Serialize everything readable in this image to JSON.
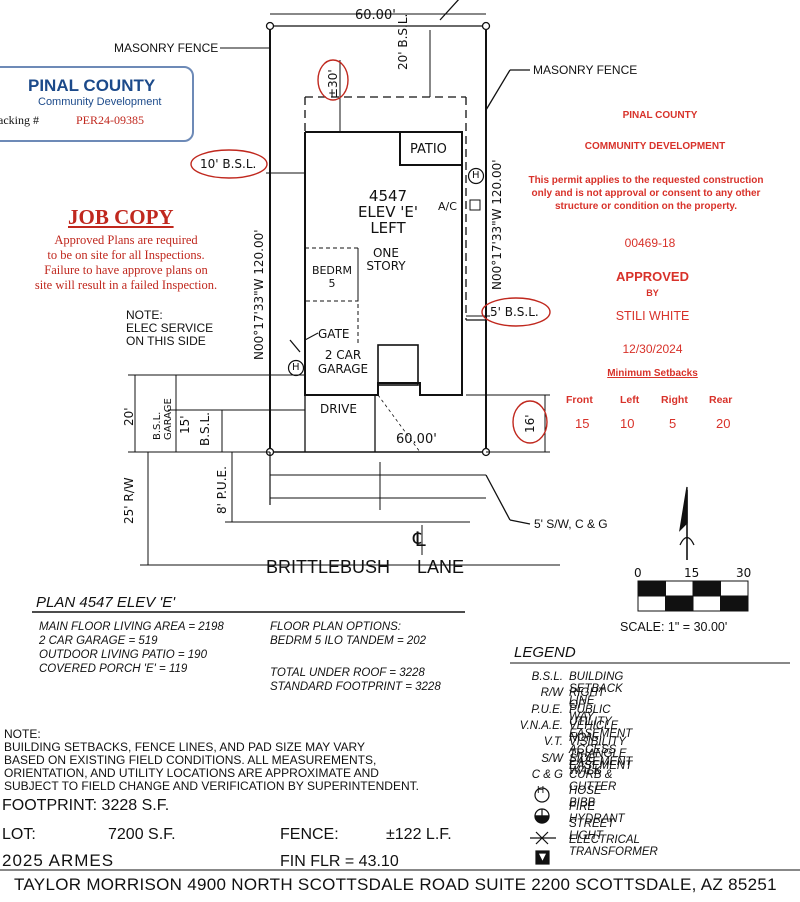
{
  "site": {
    "lot_width_top": "60.00'",
    "lot_width_bottom": "60.00'",
    "bearing_left": "N00°17'33\"W  120.00'",
    "bearing_right": "N00°17'33\"W  120.00'",
    "setback_rear": "20' B.S.L.",
    "rear_approx": "±30'",
    "side_setback_left": "10' B.S.L.",
    "side_setback_right": "5' B.S.L.",
    "masonry_fence_left": "MASONRY FENCE",
    "masonry_fence_right": "MASONRY FENCE",
    "patio": "PATIO",
    "house_label": [
      "4547",
      "ELEV 'E'",
      "LEFT"
    ],
    "story": [
      "ONE",
      "STORY"
    ],
    "bedroom": [
      "BEDRM",
      "5"
    ],
    "ac": "A/C",
    "hose_bib": "H",
    "gate": "GATE",
    "garage": [
      "2 CAR",
      "GARAGE"
    ],
    "drive": "DRIVE",
    "elec_note": [
      "NOTE:",
      "ELEC SERVICE",
      "ON THIS SIDE"
    ],
    "bsl_garage": [
      "B.S.L.",
      "GARAGE"
    ],
    "dim_20": "20'",
    "dim_15": "15'",
    "dim_16": "16'",
    "bsl_front": "B.S.L.",
    "pue_8": "8' P.U.E.",
    "rw_25": "25' R/W",
    "sw_label": "5' S/W, C & G",
    "street_name": "BRITTLEBUSH LANE",
    "centerline": "℄"
  },
  "logo": {
    "title": "PINAL COUNTY",
    "subtitle": "Community Development",
    "tracking_label": "acking #",
    "tracking_number": "PER24-09385"
  },
  "job_copy": {
    "title": "JOB COPY",
    "lines": [
      "Approved Plans are required",
      "to be on site for all Inspections.",
      "Failure to have approve plans on",
      "site will result in a failed Inspection."
    ]
  },
  "stamp": {
    "line1": "PINAL COUNTY",
    "line2": "COMMUNITY DEVELOPMENT",
    "permit_text": [
      "This permit applies to the requested construction",
      "only and is not approval or consent to any other",
      "structure or condition on the property."
    ],
    "number": "00469-18",
    "approved": "APPROVED",
    "by": "BY",
    "approver": "STILI WHITE",
    "date": "12/30/2024",
    "min_setbacks_title": "Minimum Setbacks",
    "setback_headers": [
      "Front",
      "Left",
      "Right",
      "Rear"
    ],
    "setback_values": [
      "15",
      "10",
      "5",
      "20"
    ]
  },
  "scale": {
    "ticks": [
      "0",
      "15",
      "30"
    ],
    "label": "SCALE:  1\" = 30.00'"
  },
  "plan": {
    "title": "PLAN 4547 ELEV 'E'",
    "areas": [
      "MAIN FLOOR LIVING AREA = 2198",
      "2 CAR GARAGE = 519",
      "OUTDOOR LIVING PATIO = 190",
      "COVERED PORCH 'E' = 119"
    ],
    "options_title": "FLOOR PLAN OPTIONS:",
    "options": [
      "BEDRM 5 ILO TANDEM = 202"
    ],
    "totals": [
      "TOTAL UNDER ROOF = 3228",
      "STANDARD FOOTPRINT = 3228"
    ]
  },
  "legend": {
    "title": "LEGEND",
    "items": [
      {
        "abbr": "B.S.L.",
        "def": "BUILDING SETBACK LINE"
      },
      {
        "abbr": "R/W",
        "def": "RIGHT OF WAY"
      },
      {
        "abbr": "P.U.E.",
        "def": "PUBLIC UTILITY EASEMENT"
      },
      {
        "abbr": "V.N.A.E.",
        "def": "VEHICLE NON-ACCESS EASEMENT"
      },
      {
        "abbr": "V.T.",
        "def": "VISIBILITY TRIANGLE EASEMENT"
      },
      {
        "abbr": "S/W",
        "def": "SIDE WALK"
      },
      {
        "abbr": "C & G",
        "def": "CURB & GUTTER"
      },
      {
        "abbr": "H",
        "def": "HOSE BIBB",
        "icon": "hose-bibb-icon"
      },
      {
        "abbr": "",
        "def": "FIRE HYDRANT",
        "icon": "fire-hydrant-icon"
      },
      {
        "abbr": "",
        "def": "STREET LIGHT",
        "icon": "street-light-icon"
      },
      {
        "abbr": "",
        "def": "ELECTRICAL TRANSFORMER",
        "icon": "transformer-icon"
      }
    ]
  },
  "notes": {
    "label": "NOTE:",
    "lines": [
      "BUILDING SETBACKS, FENCE LINES, AND PAD SIZE MAY VARY",
      "BASED ON EXISTING FIELD CONDITIONS.  ALL MEASUREMENTS,",
      "ORIENTATION, AND UTILITY LOCATIONS ARE APPROXIMATE AND",
      "SUBJECT TO FIELD CHANGE AND VERIFICATION BY SUPERINTENDENT."
    ]
  },
  "summary": {
    "footprint": "FOOTPRINT: 3228 S.F.",
    "lot_label": "LOT:",
    "lot_value": "7200 S.F.",
    "fence_label": "FENCE:",
    "fence_value": "±122 L.F.",
    "fin_flr": "FIN FLR =  43.10",
    "overlap_text": "2025 ARMES",
    "address": "TAYLOR MORRISON 4900 NORTH SCOTTSDALE ROAD SUITE 2200 SCOTTSDALE, AZ  85251"
  },
  "colors": {
    "stamp_red": "#d8322a",
    "job_copy_red": "#c0281e",
    "logo_border": "#6d8ab7",
    "logo_orange": "#e5a11f"
  }
}
